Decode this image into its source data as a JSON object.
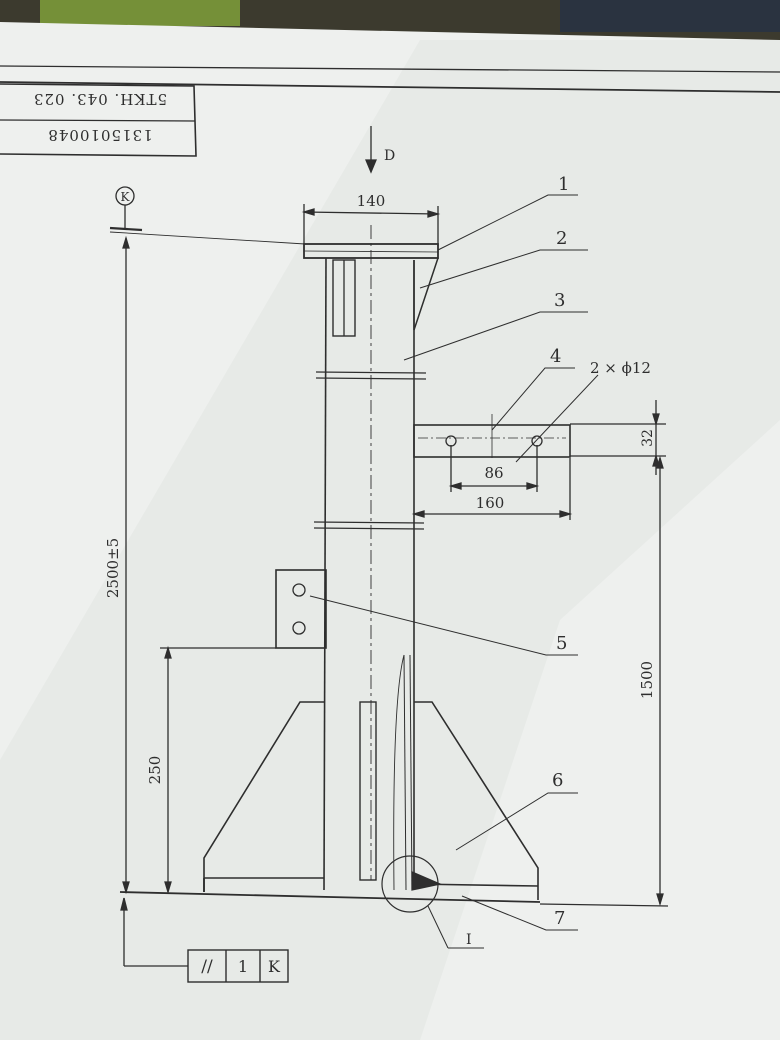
{
  "colors": {
    "paper": "#eef0ee",
    "paper_shade": "#d9dcd9",
    "ink": "#2e2e2e",
    "table_border": "#3a3a3a",
    "background_top": "#3c3a2e"
  },
  "title_block": {
    "row1": "5TKH. 043. 023",
    "row2": "1315010048"
  },
  "direction_label": "D",
  "datum_symbol": "K",
  "dimensions": {
    "top_width": "140",
    "total_height": "2500±5",
    "bracket_height": "250",
    "plate_height": "32",
    "hole_spacing": "86",
    "plate_length": "160",
    "plate_elevation": "1500",
    "holes": "2 × ϕ12"
  },
  "part_numbers": [
    "1",
    "2",
    "3",
    "4",
    "5",
    "6",
    "7"
  ],
  "detail_label": "I",
  "tolerance_frame": {
    "symbol": "//",
    "value": "1",
    "datum": "K"
  }
}
